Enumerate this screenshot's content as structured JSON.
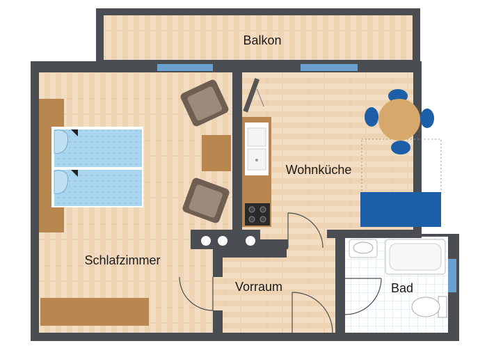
{
  "floor_plan": {
    "rooms": {
      "balkon": {
        "label": "Balkon"
      },
      "schlafzimmer": {
        "label": "Schlafzimmer"
      },
      "wohnkueche": {
        "label": "Wohnküche"
      },
      "vorraum": {
        "label": "Vorraum"
      },
      "bad": {
        "label": "Bad"
      }
    },
    "colors": {
      "wall": "#4a4d52",
      "wood_floor": "#f2dcc0",
      "wood_dark": "#b8874f",
      "window": "#6a9fd0",
      "tile": "#ffffff",
      "tile_line": "#cfe0ee",
      "bed_linen": "#a8d4ee",
      "armchair": "#8a7a6a",
      "dining_table": "#d7a86b",
      "chair": "#1c5fa8",
      "sofa": "#1c5fa8"
    }
  }
}
